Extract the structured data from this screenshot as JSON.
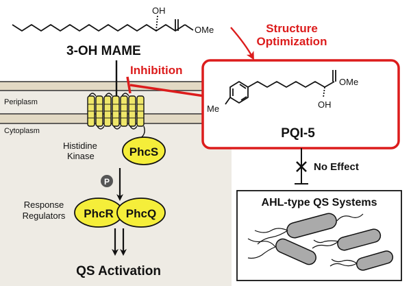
{
  "top_molecule": {
    "name": "3-OH MAME",
    "oh_label": "OH",
    "ester_label": "OMe"
  },
  "membrane": {
    "periplasm_label": "Periplasm",
    "cytoplasm_label": "Cytoplasm"
  },
  "histidine_kinase": {
    "label_line1": "Histidine",
    "label_line2": "Kinase",
    "protein": "PhcS"
  },
  "phospho_badge": "P",
  "response_regulators": {
    "label_line1": "Response",
    "label_line2": "Regulators",
    "protein_r": "PhcR",
    "protein_q": "PhcQ"
  },
  "qs_activation": "QS Activation",
  "inhibition_label": "Inhibition",
  "structure_optimization": {
    "line1": "Structure",
    "line2": "Optimization"
  },
  "pqi_box": {
    "name": "PQI-5",
    "me_label": "Me",
    "oh_label": "OH",
    "ester_label": "OMe"
  },
  "no_effect_label": "No Effect",
  "ahl_box": {
    "title": "AHL-type QS Systems"
  },
  "colors": {
    "accent_red": "#dc1c1c",
    "protein_yellow": "#f5ee3a",
    "helix_yellow": "#eee66a",
    "cell_bg": "#eeebe4",
    "membrane_tan": "#e2d9c4",
    "bacteria_gray": "#aaaaaa"
  }
}
